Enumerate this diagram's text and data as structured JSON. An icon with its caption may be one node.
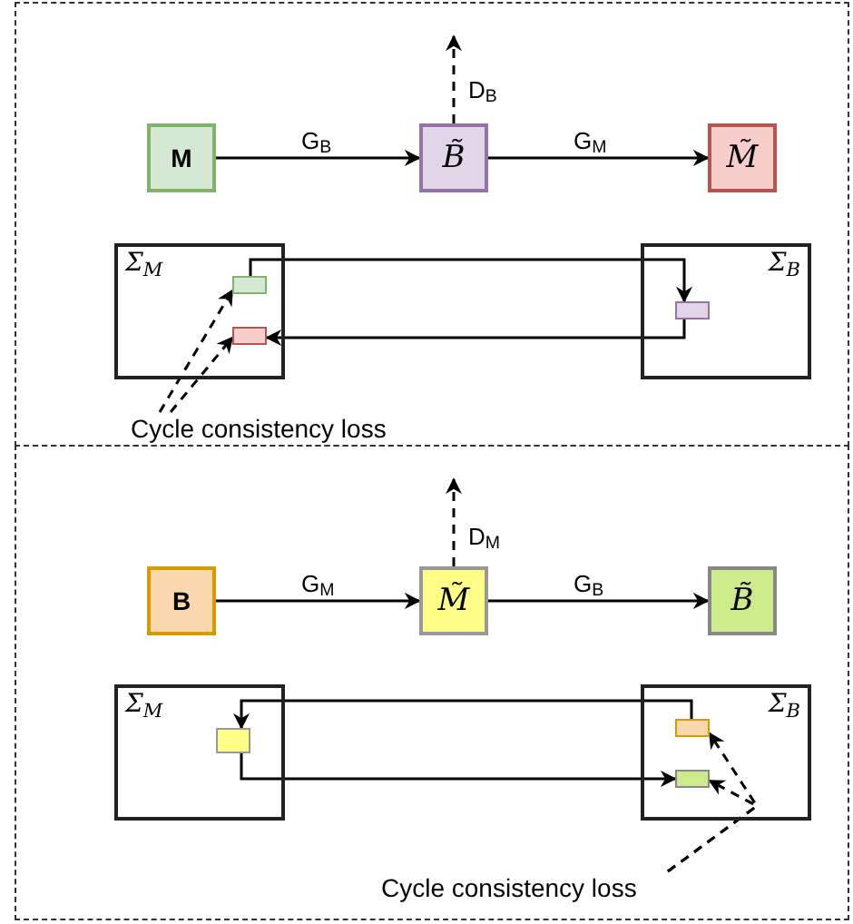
{
  "diagram": {
    "nodes": [
      {
        "text": [
          "M"
        ]
      },
      {
        "text": [
          "B̃"
        ]
      },
      {
        "text": [
          "M̃"
        ]
      },
      {
        "text": [
          "Σ$_{M}$"
        ]
      },
      {
        "text": [],
        "shape": "box",
        "in": 3
      },
      {
        "text": [],
        "shape": "box",
        "in": 3
      },
      {
        "text": [
          "Σ$_{B}$"
        ]
      },
      {
        "text": [],
        "shape": "box",
        "in": 6
      },
      {
        "text": [
          "Cycle consistency loss"
        ]
      },
      {
        "text": [
          "B"
        ]
      },
      {
        "text": [
          "M̃"
        ]
      },
      {
        "text": [
          "B̃"
        ]
      },
      {
        "text": [
          "Σ$_{M}$"
        ]
      },
      {
        "text": [],
        "shape": "box",
        "in": 12
      },
      {
        "text": [
          "Σ$_{B}$"
        ]
      },
      {
        "text": [],
        "shape": "box",
        "in": 14
      },
      {
        "text": [],
        "shape": "box",
        "in": 14
      },
      {
        "text": [
          "Cycle consistency loss"
        ]
      }
    ],
    "edges": [
      {
        "from": 0,
        "to": 1,
        "arrow": "to",
        "label": "G$_{B}$"
      },
      {
        "from": 1,
        "to": 2,
        "arrow": "to",
        "label": "G$_{M}$"
      },
      {
        "from": 1,
        "to": null,
        "arrow": "to",
        "label": "D$_{B}$",
        "style": "dashed"
      },
      {
        "from": 4,
        "to": 7,
        "arrow": "to"
      },
      {
        "from": 7,
        "to": 5,
        "arrow": "to"
      },
      {
        "from": 8,
        "to": 4,
        "arrow": "to",
        "style": "dashed"
      },
      {
        "from": 8,
        "to": 5,
        "arrow": "to",
        "style": "dashed"
      },
      {
        "from": 9,
        "to": 10,
        "arrow": "to",
        "label": "G$_{M}$"
      },
      {
        "from": 10,
        "to": 11,
        "arrow": "to",
        "label": "G$_{B}$"
      },
      {
        "from": 10,
        "to": null,
        "arrow": "to",
        "label": "D$_{M}$",
        "style": "dashed"
      },
      {
        "from": 15,
        "to": 13,
        "arrow": "to"
      },
      {
        "from": 13,
        "to": 16,
        "arrow": "to"
      },
      {
        "from": 17,
        "to": 15,
        "arrow": "to",
        "style": "dashed"
      },
      {
        "from": 17,
        "to": 16,
        "arrow": "to",
        "style": "dashed"
      }
    ]
  }
}
